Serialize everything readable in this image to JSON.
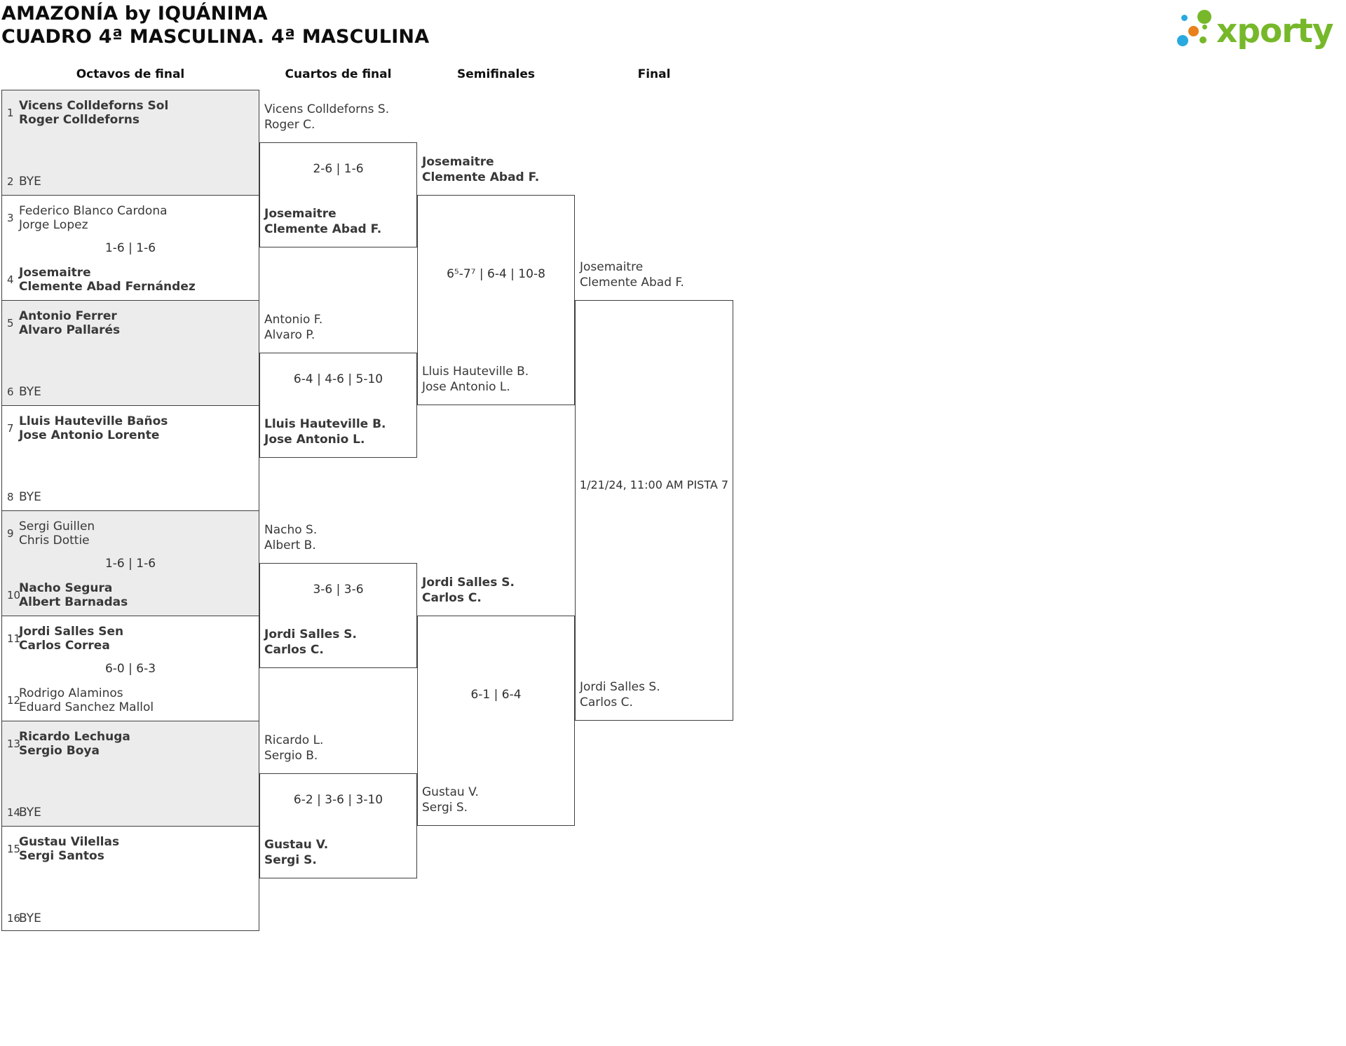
{
  "header": {
    "title": "AMAZONÍA by IQUÁNIMA",
    "subtitle": "CUADRO 4ª MASCULINA. 4ª MASCULINA",
    "logo_text": "xporty",
    "logo_colors": {
      "green": "#76b82a",
      "blue": "#29a9e0",
      "orange": "#e8811c"
    }
  },
  "rounds": {
    "r16": "Octavos de final",
    "qf": "Cuartos de final",
    "sf": "Semifinales",
    "final": "Final"
  },
  "octavos": {
    "matches": [
      {
        "score": "",
        "team1": {
          "num": "1",
          "name1": "Vicens Colldeforns Sol",
          "name2": "Roger Colldeforns",
          "winner": true
        },
        "team2": {
          "num": "2",
          "name1": "BYE",
          "winner": false
        }
      },
      {
        "score": "1-6 | 1-6",
        "team1": {
          "num": "3",
          "name1": "Federico Blanco Cardona",
          "name2": "Jorge Lopez",
          "winner": false
        },
        "team2": {
          "num": "4",
          "name1": "Josemaitre",
          "name2": "Clemente Abad Fernández",
          "winner": true
        }
      },
      {
        "score": "",
        "team1": {
          "num": "5",
          "name1": "Antonio Ferrer",
          "name2": "Alvaro Pallarés",
          "winner": true
        },
        "team2": {
          "num": "6",
          "name1": "BYE",
          "winner": false
        }
      },
      {
        "score": "",
        "team1": {
          "num": "7",
          "name1": "Lluis Hauteville Baños",
          "name2": "Jose Antonio Lorente",
          "winner": true
        },
        "team2": {
          "num": "8",
          "name1": "BYE",
          "winner": false
        }
      },
      {
        "score": "1-6 | 1-6",
        "team1": {
          "num": "9",
          "name1": "Sergi Guillen",
          "name2": "Chris Dottie",
          "winner": false
        },
        "team2": {
          "num": "10",
          "name1": "Nacho Segura",
          "name2": "Albert Barnadas",
          "winner": true
        }
      },
      {
        "score": "6-0 | 6-3",
        "team1": {
          "num": "11",
          "name1": "Jordi Salles Sen",
          "name2": "Carlos Correa",
          "winner": true
        },
        "team2": {
          "num": "12",
          "name1": "Rodrigo Alaminos",
          "name2": "Eduard Sanchez Mallol",
          "winner": false
        }
      },
      {
        "score": "",
        "team1": {
          "num": "13",
          "name1": "Ricardo Lechuga",
          "name2": "Sergio Boya",
          "winner": true
        },
        "team2": {
          "num": "14",
          "name1": "BYE",
          "winner": false
        }
      },
      {
        "score": "",
        "team1": {
          "num": "15",
          "name1": "Gustau Vilellas",
          "name2": "Sergi Santos",
          "winner": true
        },
        "team2": {
          "num": "16",
          "name1": "BYE",
          "winner": false
        }
      }
    ]
  },
  "cuartos": {
    "matches": [
      {
        "teamA": {
          "name1": "Vicens Colldeforns S.",
          "name2": "Roger C.",
          "winner": false
        },
        "score": "2-6 | 1-6",
        "teamB": {
          "name1": "Josemaitre",
          "name2": "Clemente Abad F.",
          "winner": true
        }
      },
      {
        "teamA": {
          "name1": "Antonio F.",
          "name2": "Alvaro P.",
          "winner": false
        },
        "score": "6-4 | 4-6 | 5-10",
        "teamB": {
          "name1": "Lluis Hauteville B.",
          "name2": "Jose Antonio L.",
          "winner": true
        }
      },
      {
        "teamA": {
          "name1": "Nacho S.",
          "name2": "Albert B.",
          "winner": false
        },
        "score": "3-6 | 3-6",
        "teamB": {
          "name1": "Jordi Salles S.",
          "name2": "Carlos C.",
          "winner": true
        }
      },
      {
        "teamA": {
          "name1": "Ricardo L.",
          "name2": "Sergio B.",
          "winner": false
        },
        "score": "6-2 | 3-6 | 3-10",
        "teamB": {
          "name1": "Gustau V.",
          "name2": "Sergi S.",
          "winner": true
        }
      }
    ]
  },
  "semifinales": {
    "matches": [
      {
        "teamA": {
          "name1": "Josemaitre",
          "name2": "Clemente Abad F.",
          "winner": true
        },
        "score": "6⁵-7⁷ | 6-4 | 10-8",
        "teamB": {
          "name1": "Lluis Hauteville B.",
          "name2": "Jose Antonio L.",
          "winner": false
        }
      },
      {
        "teamA": {
          "name1": "Jordi Salles S.",
          "name2": "Carlos C.",
          "winner": true
        },
        "score": "6-1 | 6-4",
        "teamB": {
          "name1": "Gustau V.",
          "name2": "Sergi S.",
          "winner": false
        }
      }
    ]
  },
  "final": {
    "teamA": {
      "name1": "Josemaitre",
      "name2": "Clemente Abad F."
    },
    "teamB": {
      "name1": "Jordi Salles S.",
      "name2": "Carlos C."
    },
    "schedule": "1/21/24, 11:00 AM PISTA 7"
  }
}
